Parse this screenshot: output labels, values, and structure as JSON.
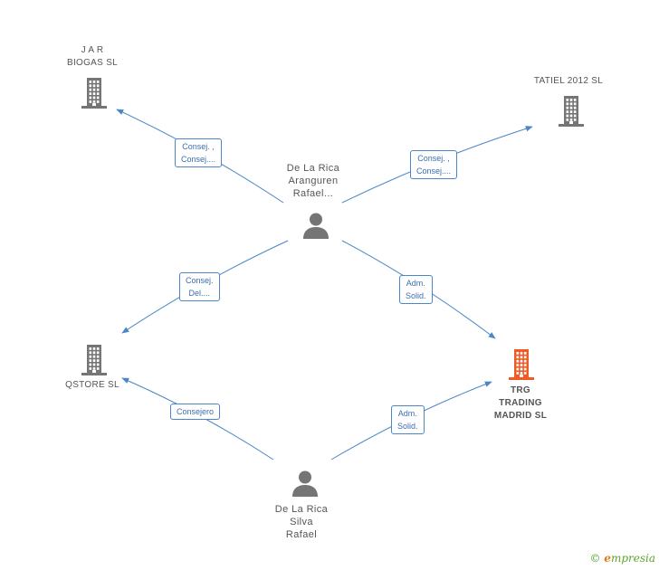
{
  "colors": {
    "edge": "#4a86c8",
    "node_default": "#757575",
    "node_highlight": "#f15a24",
    "brand_green": "#5aa52f",
    "brand_orange": "#e07b1a"
  },
  "nodes": {
    "jar": {
      "name": "J A R\nBIOGAS SL",
      "type": "company",
      "icon": "building-icon"
    },
    "tatiel": {
      "name": "TATIEL 2012 SL",
      "type": "company",
      "icon": "building-icon"
    },
    "aranguren": {
      "name": "De La Rica\nAranguren\nRafael...",
      "type": "person",
      "icon": "person-icon"
    },
    "qstore": {
      "name": "QSTORE SL",
      "type": "company",
      "icon": "building-icon"
    },
    "trg": {
      "name": "TRG\nTRADING\nMADRID SL",
      "type": "company",
      "icon": "building-icon",
      "highlighted": true
    },
    "silva": {
      "name": "De La Rica\nSilva\nRafael",
      "type": "person",
      "icon": "person-icon"
    }
  },
  "edges": [
    {
      "from": "aranguren",
      "to": "jar",
      "label": "Consej. ,\nConsej...."
    },
    {
      "from": "aranguren",
      "to": "tatiel",
      "label": "Consej. ,\nConsej...."
    },
    {
      "from": "aranguren",
      "to": "qstore",
      "label": "Consej.\nDel...."
    },
    {
      "from": "aranguren",
      "to": "trg",
      "label": "Adm.\nSolid."
    },
    {
      "from": "silva",
      "to": "qstore",
      "label": "Consejero"
    },
    {
      "from": "silva",
      "to": "trg",
      "label": "Adm.\nSolid."
    }
  ],
  "footer": {
    "copyright": "©",
    "brand_initial": "e",
    "brand_rest": "mpresia"
  }
}
